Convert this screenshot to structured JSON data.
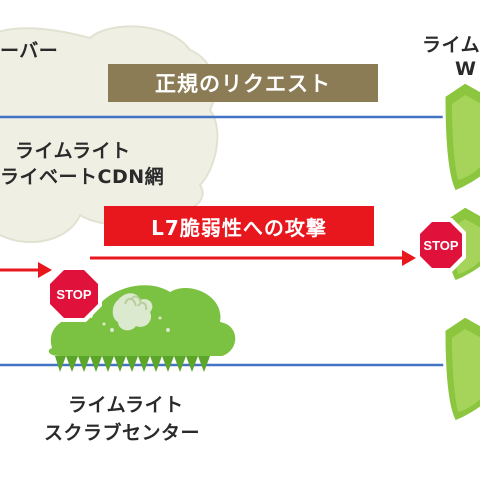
{
  "origin_server_label": "ーバー",
  "shield_top_label_1": "ライム",
  "shield_top_label_2": "W",
  "request_label": "正規のリクエスト",
  "cdn_label_line1": "ライムライト",
  "cdn_label_line2": "ライベートCDN網",
  "attack_label": "L7脆弱性への攻撃",
  "stop_text_1": "STOP",
  "stop_text_2": "STOP",
  "scrub_label_line1": "ライムライト",
  "scrub_label_line2": "スクラブセンター",
  "colors": {
    "cloud": "#efefe4",
    "green_cloud": "#7cc242",
    "request_box": "#8b7c55",
    "attack_box": "#e8171e",
    "blue_line": "#4472c4",
    "red_arrow": "#e8171e",
    "shield": "#8cc63f",
    "stop": "#e0123c"
  }
}
